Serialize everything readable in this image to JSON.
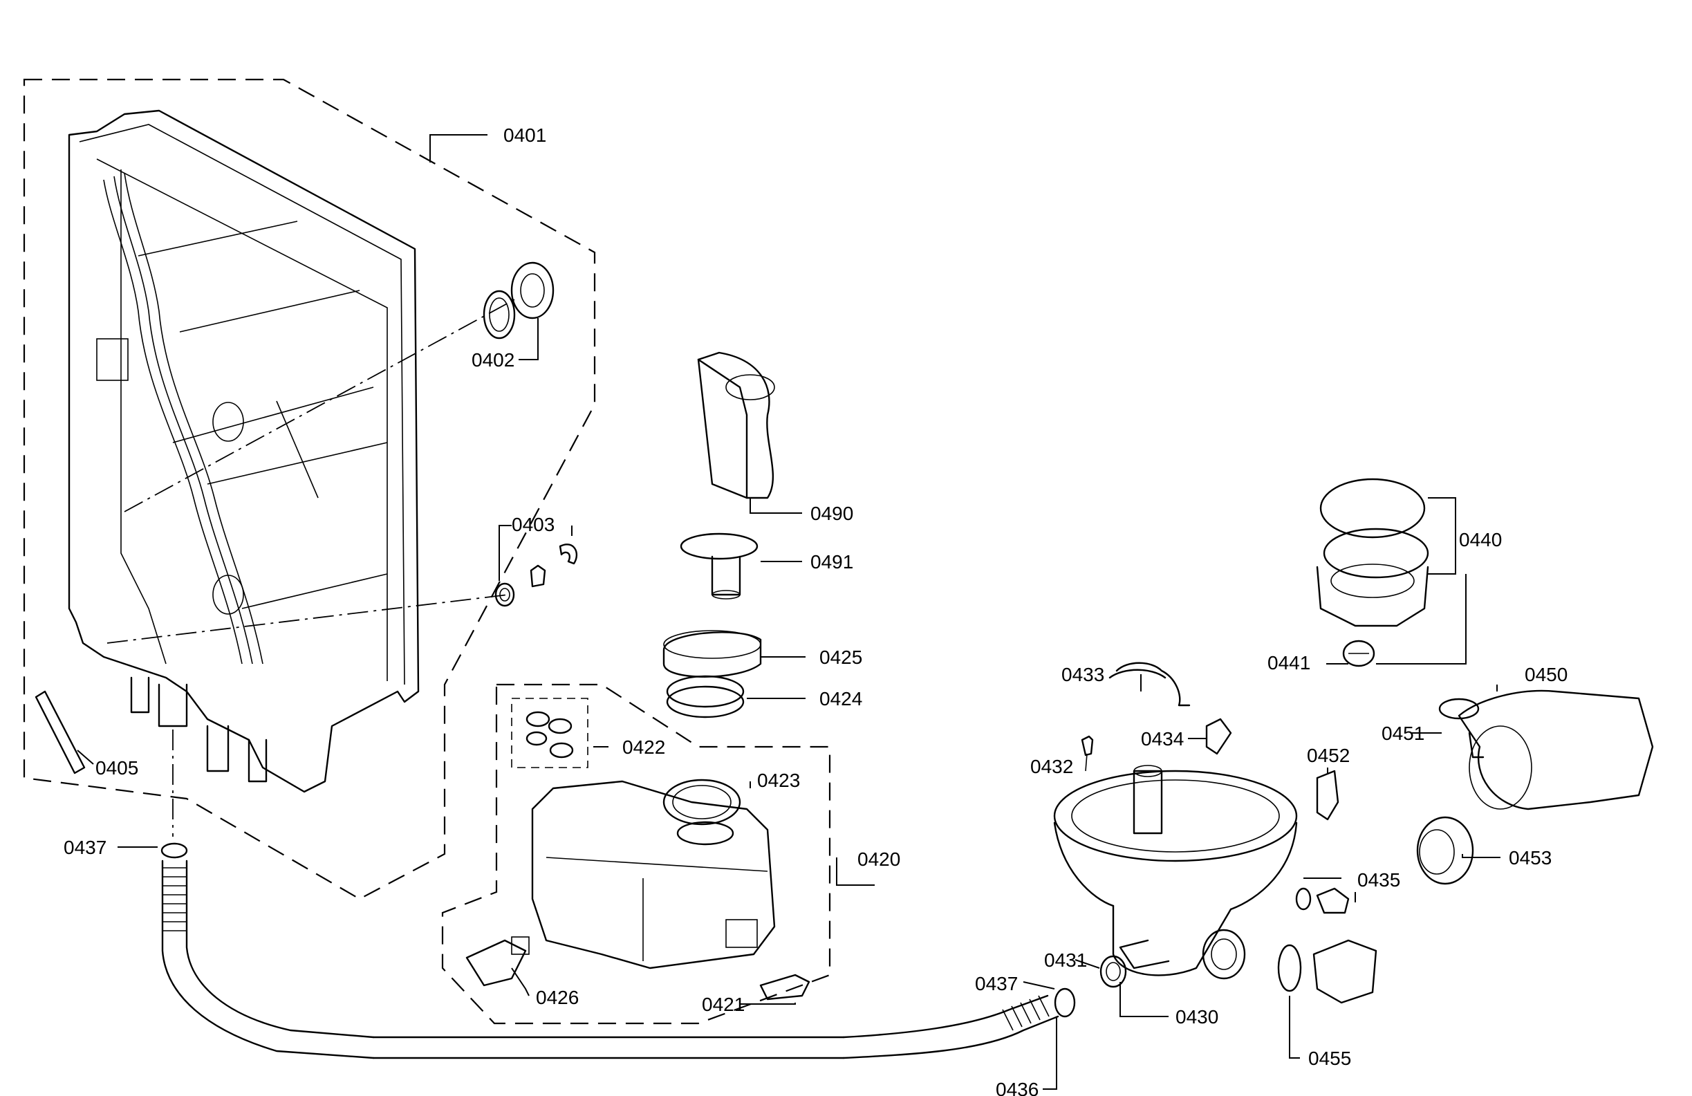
{
  "labels": {
    "l0401": "0401",
    "l0402": "0402",
    "l0403": "0403",
    "l0405": "0405",
    "l0437a": "0437",
    "l0490": "0490",
    "l0491": "0491",
    "l0425": "0425",
    "l0424": "0424",
    "l0422": "0422",
    "l0423": "0423",
    "l0420": "0420",
    "l0426": "0426",
    "l0421": "0421",
    "l0433": "0433",
    "l0432": "0432",
    "l0434": "0434",
    "l0431": "0431",
    "l0437b": "0437",
    "l0430": "0430",
    "l0436": "0436",
    "l0440": "0440",
    "l0441": "0441",
    "l0450": "0450",
    "l0451": "0451",
    "l0452": "0452",
    "l0453": "0453",
    "l0435": "0435",
    "l0455": "0455"
  }
}
